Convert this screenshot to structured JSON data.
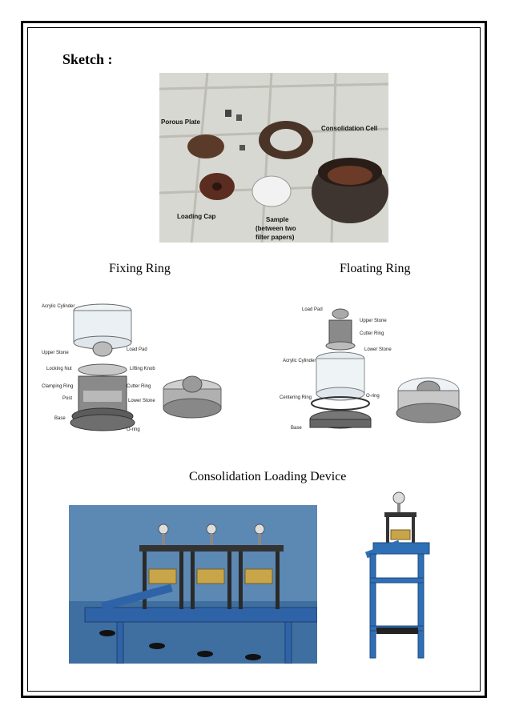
{
  "heading": "Sketch :",
  "photo_labels": {
    "porous_plate": "Porous Plate",
    "consolidation_cell": "Consolidation Cell",
    "loading_cap": "Loading Cap",
    "sample_line1": "Sample",
    "sample_line2": "(between two",
    "sample_line3": "filter papers)"
  },
  "captions": {
    "fixing_ring": "Fixing Ring",
    "floating_ring": "Floating Ring",
    "loading_device": "Consolidation Loading Device"
  },
  "fixing_ring_labels": {
    "acrylic_cylinder": "Acrylic Cylinder",
    "upper_stone": "Upper Stone",
    "load_pad": "Load Pad",
    "locking_nut": "Locking Nut",
    "lifting_knob": "Lifting Knob",
    "clamping_ring": "Clamping Ring",
    "cutter_ring": "Cutter Ring",
    "post": "Post",
    "lower_stone": "Lower Stone",
    "base": "Base",
    "o_ring": "O-ring"
  },
  "floating_ring_labels": {
    "load_pad": "Load Pad",
    "upper_stone": "Upper Stone",
    "cutter_ring": "Cutter Ring",
    "lower_stone": "Lower Stone",
    "acrylic_cylinder": "Acrylic Cylinder",
    "centering_ring": "Centering Ring",
    "o_ring": "O-ring",
    "base": "Base"
  }
}
